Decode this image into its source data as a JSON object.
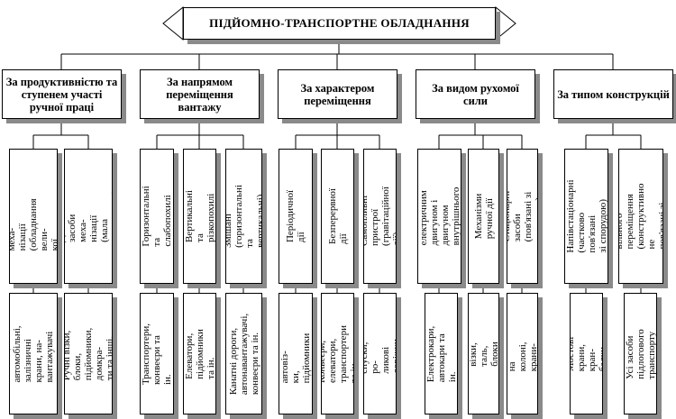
{
  "title": "ПІДЙОМНО-ТРАНСПОРТНЕ ОБЛАДНАННЯ",
  "categories": [
    {
      "label": "За продуктивністю та ступенем участі ручної праці",
      "types": [
        {
          "name": "Основні засоби меха-\nнізації (обладнання вели-\nкої продуктивності)",
          "examples": "Козлові, автомобільні,\nзалізничні крани, на-\nвантажувачі та ін."
        },
        {
          "name": "Допоміжні засоби меха-\nнізації (мала механізація)",
          "examples": "Ручні візки, блоки,\nпідйомники, домкра-\nти та інші."
        }
      ]
    },
    {
      "label": "За напрямом переміщення вантажу",
      "types": [
        {
          "name": "Горизонтальні\nта слабопохилі",
          "examples": "Транспортери,\nконвеєри та ін."
        },
        {
          "name": "Вертикальні\nта різкопохилі",
          "examples": "Елеватори,\nпідйомники та ін."
        },
        {
          "name": "Змішані (горизонтальні\nта вертикальні)",
          "examples": "Канатні дороги,\nавтонавантажувачі,\nконвеєри та ін."
        }
      ]
    },
    {
      "label": "За характером переміщення",
      "types": [
        {
          "name": "Періодичної дії",
          "examples": "Електровізки, автовіз-\nки, підйомники та ін."
        },
        {
          "name": "Безперервної дії",
          "examples": "Конвеєри, елеватори,\nтранспортери та ін."
        },
        {
          "name": "Самопливні пристрої\n(гравітаційної дії)",
          "examples": "Нахилені спуски, ро-\nликові доріжки та ін."
        }
      ]
    },
    {
      "label": "За видом рухомої сили",
      "types": [
        {
          "name": "Механізми з електричним\nдвигуном і двигуном\nвнутрішнього згоряння",
          "examples": "Електрокари,\nавтокари та ін."
        },
        {
          "name": "Механізми ручної дії",
          "examples": "Ручні візки, таль,\nблоки та ін."
        },
        {
          "name": "Стаціонарні засоби\n(пов'язані зі спорудою)",
          "examples": "Крани на колоні,\nкрани-укосини"
        }
      ]
    },
    {
      "label": "За типом конструкцій",
      "types": [
        {
          "name": "Напівстаціонарні\n(частково пов'язані\nзі спорудою)",
          "examples": "Мостові крани,\nкран-балки"
        },
        {
          "name": "Засоби вільного переміщення\n(конструктивно не\nпов'язані зі спорудою)",
          "examples": "Усі засоби підлогового\nтранспорту"
        }
      ]
    }
  ]
}
